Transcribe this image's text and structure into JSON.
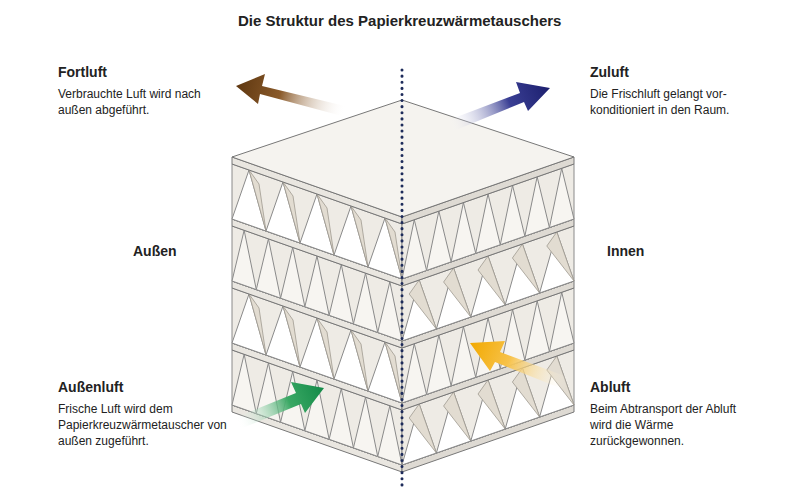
{
  "diagram": {
    "title": "Die Struktur des Papierkreuzwärmetauschers",
    "labels": [
      "Fortluft",
      "Verbrauchte Luft wird nach außen abgeführt.",
      "Zuluft",
      "Die Frischluft gelangt vor- konditioniert in den Raum.",
      "Außen",
      "Innen",
      "Außenluft",
      "Frische Luft wird dem Papierkreuzwärmetauscher von außen zugeführt.",
      "Abluft",
      "Beim Abtransport der Abluft wird die Wärme zurückgewonnen."
    ]
  }
}
